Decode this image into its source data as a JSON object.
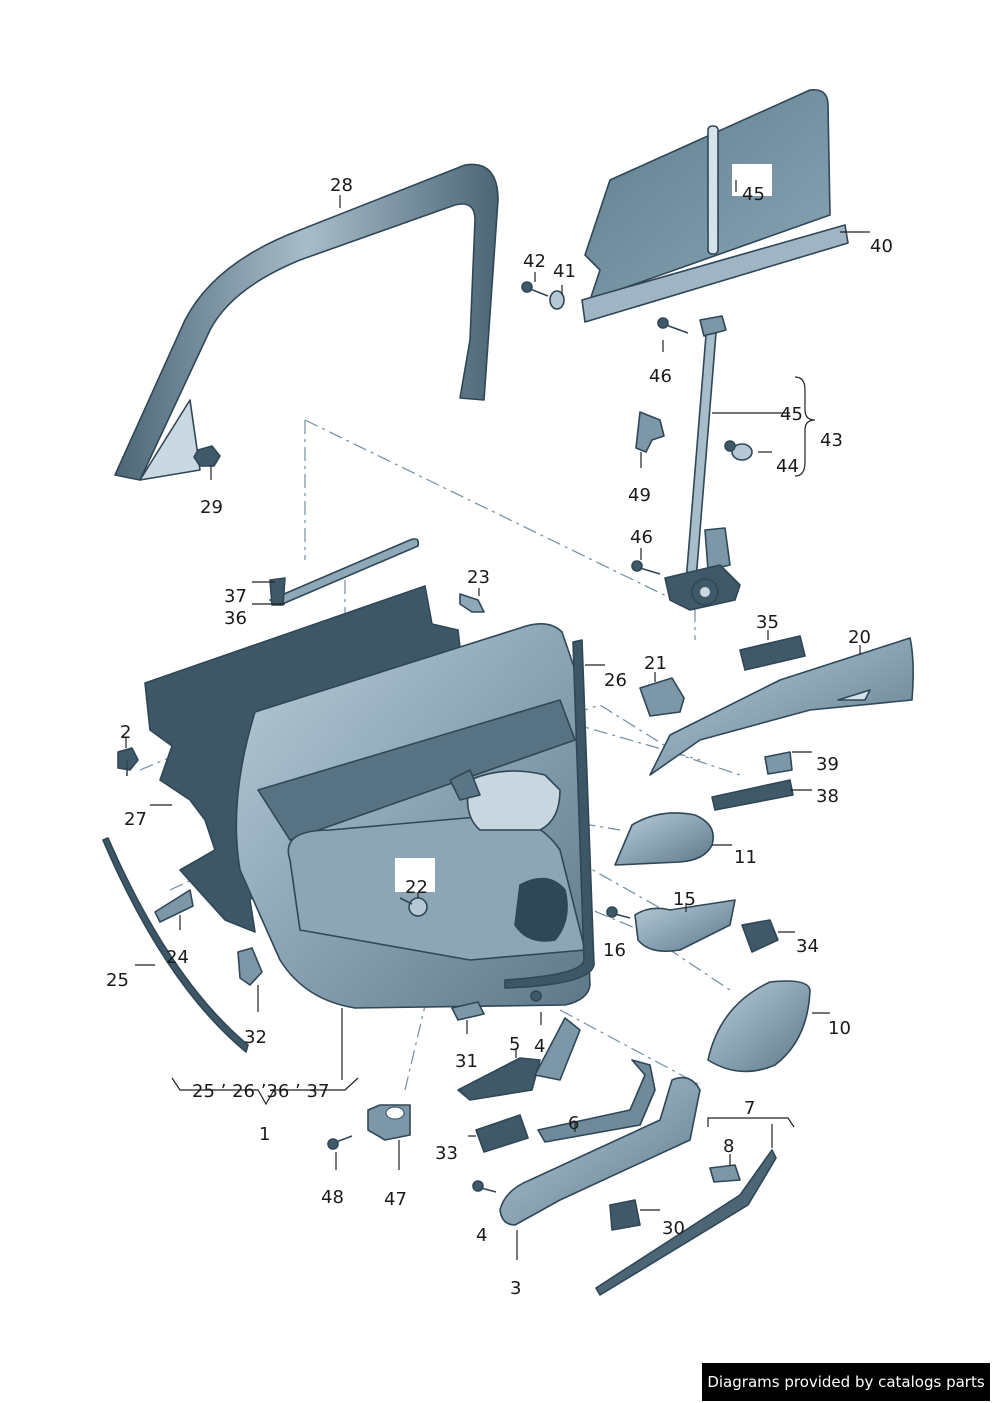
{
  "labels": {
    "l1": "1",
    "l2": "2",
    "l3": "3",
    "l4a": "4",
    "l4b": "4",
    "l5": "5",
    "l6": "6",
    "l7": "7",
    "l8": "8",
    "l10": "10",
    "l11": "11",
    "l15": "15",
    "l16": "16",
    "l20": "20",
    "l21": "21",
    "l22": "22",
    "l23": "23",
    "l24": "24",
    "l25": "25",
    "l26": "26",
    "l27": "27",
    "l28": "28",
    "l29": "29",
    "l30": "30",
    "l31": "31",
    "l32": "32",
    "l33": "33",
    "l34": "34",
    "l35": "35",
    "l36": "36",
    "l37": "37",
    "l38": "38",
    "l39": "39",
    "l40": "40",
    "l41": "41",
    "l42": "42",
    "l43": "43",
    "l44": "44",
    "l45a": "45",
    "l45b": "45",
    "l46a": "46",
    "l46b": "46",
    "l47": "47",
    "l48": "48",
    "l49": "49",
    "group": "25 ’ 26 ’36 ’ 37"
  },
  "footer": "Diagrams provided by catalogs parts",
  "colors": {
    "panel": "#7c97a8",
    "panel_dark": "#3f5968",
    "panel_light": "#b5c8d4",
    "line": "#6f8ea3"
  }
}
